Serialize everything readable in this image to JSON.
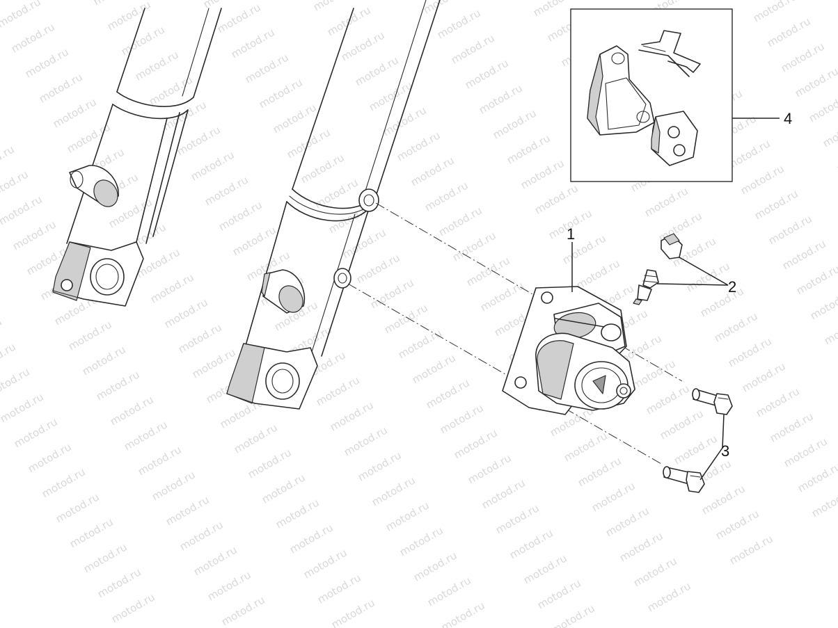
{
  "watermark": {
    "text": "motod.ru"
  },
  "callouts": [
    {
      "id": "1",
      "text": "1"
    },
    {
      "id": "2",
      "text": "2"
    },
    {
      "id": "3",
      "text": "3"
    },
    {
      "id": "4",
      "text": "4"
    }
  ],
  "parts": [
    {
      "callout": "1",
      "name": "brake-caliper"
    },
    {
      "callout": "2",
      "name": "bleed-valve-and-cap"
    },
    {
      "callout": "3",
      "name": "caliper-mounting-bolts"
    },
    {
      "callout": "4",
      "name": "brake-pad-kit"
    }
  ],
  "colors": {
    "line": "#2a2a2a",
    "shade": "#cfcfcf",
    "watermark": "#d9d9d9",
    "background": "#ffffff"
  }
}
